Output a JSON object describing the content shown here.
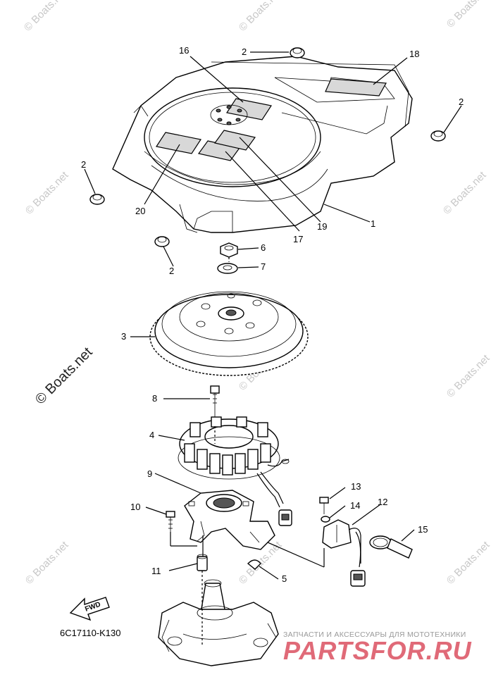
{
  "diagram_code": "6C17110-K130",
  "fwd_label": "FWD",
  "watermark": "© Boats.net",
  "promo": {
    "tagline": "ЗАПЧАСТИ И АКСЕССУАРЫ ДЛЯ МОТОТЕХНИКИ",
    "brand": "PARTSFOR.RU"
  },
  "labels": {
    "p1": "1",
    "p2a": "2",
    "p2b": "2",
    "p2c": "2",
    "p2d": "2",
    "p3": "3",
    "p4": "4",
    "p5": "5",
    "p6": "6",
    "p7": "7",
    "p8": "8",
    "p9": "9",
    "p10": "10",
    "p11": "11",
    "p12": "12",
    "p13": "13",
    "p14": "14",
    "p15": "15",
    "p16": "16",
    "p17": "17",
    "p18": "18",
    "p19": "19",
    "p20": "20"
  }
}
